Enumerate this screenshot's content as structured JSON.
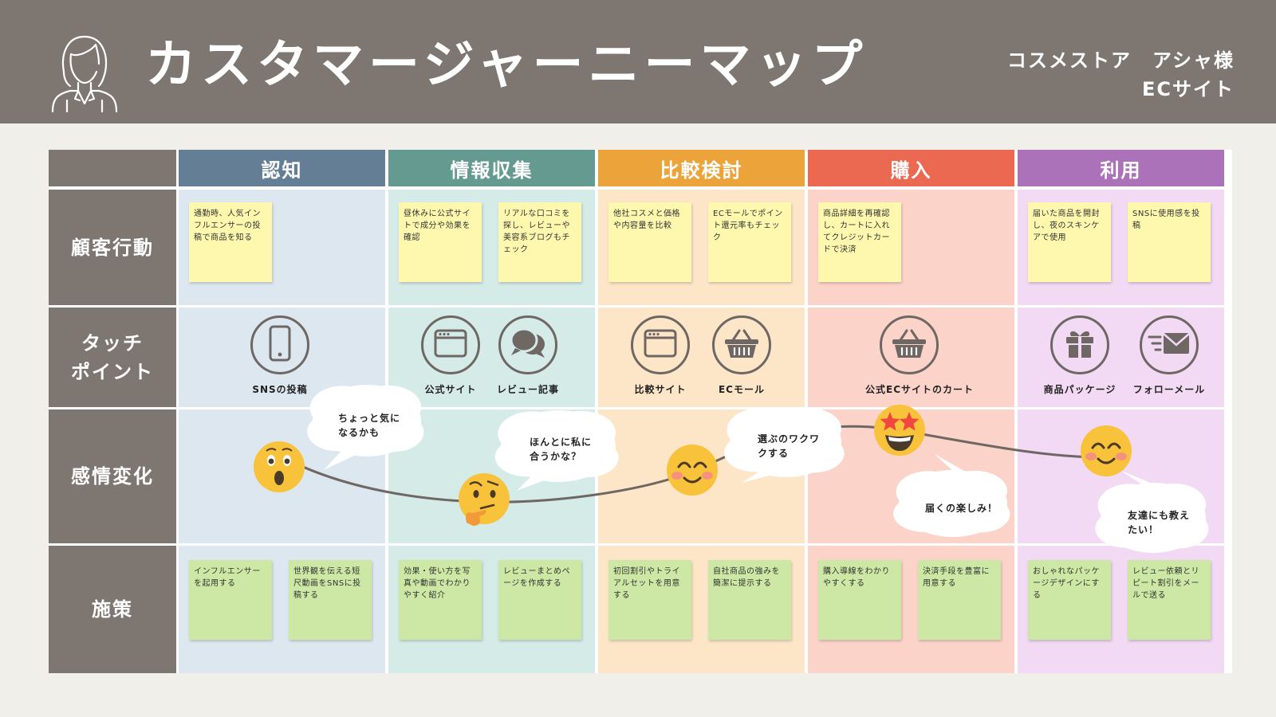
{
  "header": {
    "title": "カスタマージャーニーマップ",
    "client_line1": "コスメストア　アシャ様",
    "client_line2": "ECサイト",
    "background": "#7d7671"
  },
  "phases": [
    {
      "label": "認知",
      "head_color": "#647f95",
      "bg_color": "#dde7f0"
    },
    {
      "label": "情報収集",
      "head_color": "#659a91",
      "bg_color": "#d5ebe8"
    },
    {
      "label": "比較検討",
      "head_color": "#eca43a",
      "bg_color": "#fde6c8"
    },
    {
      "label": "購入",
      "head_color": "#eb6851",
      "bg_color": "#fbd3c9"
    },
    {
      "label": "利用",
      "head_color": "#ac72b9",
      "bg_color": "#f2d9f4"
    }
  ],
  "rows": {
    "customer_action": "顧客行動",
    "touchpoint": "タッチ\nポイント",
    "emotion": "感情変化",
    "measures": "施策"
  },
  "actions": [
    [
      "通勤時、人気インフルエンサーの投稿で商品を知る"
    ],
    [
      "昼休みに公式サイトで成分や効果を確認",
      "リアルな口コミを探し、レビューや美容系ブログもチェック"
    ],
    [
      "他社コスメと価格や内容量を比較",
      "ECモールでポイント還元率もチェック"
    ],
    [
      "商品詳細を再確認し、カートに入れてクレジットカードで決済"
    ],
    [
      "届いた商品を開封し、夜のスキンケアで使用",
      "SNSに使用感を投稿"
    ]
  ],
  "touchpoints": [
    [
      {
        "label": "SNSの投稿",
        "icon": "smartphone-icon"
      }
    ],
    [
      {
        "label": "公式サイト",
        "icon": "browser-window-icon"
      },
      {
        "label": "レビュー記事",
        "icon": "chat-bubbles-icon"
      }
    ],
    [
      {
        "label": "比較サイト",
        "icon": "browser-window-icon"
      },
      {
        "label": "ECモール",
        "icon": "shopping-basket-icon"
      }
    ],
    [
      {
        "label": "公式ECサイトのカート",
        "icon": "shopping-basket-icon"
      }
    ],
    [
      {
        "label": "商品パッケージ",
        "icon": "gift-box-icon"
      },
      {
        "label": "フォローメール",
        "icon": "mail-icon"
      }
    ]
  ],
  "emotions": [
    {
      "face": "surprised-face-icon",
      "comment": "ちょっと気に\nなるかも"
    },
    {
      "face": "thinking-face-icon",
      "comment": "ほんとに私に\n合うかな？"
    },
    {
      "face": "smiling-face-icon",
      "comment": "選ぶのワクワ\nクする"
    },
    {
      "face": "star-struck-face-icon",
      "comment": "届くの楽しみ！"
    },
    {
      "face": "smiling-face-icon",
      "comment": "友達にも教え\nたい！"
    }
  ],
  "measures": [
    [
      "インフルエンサーを起用する",
      "世界観を伝える短尺動画をSNSに投稿する"
    ],
    [
      "効果・使い方を写真や動画でわかりやすく紹介",
      "レビューまとめページを作成する"
    ],
    [
      "初回割引やトライアルセットを用意する",
      "自社商品の強みを簡潔に提示する"
    ],
    [
      "購入導線をわかりやすくする",
      "決済手段を豊富に用意する"
    ],
    [
      "おしゃれなパッケージデザインにする",
      "レビュー依頼とリピート割引をメールで送る"
    ]
  ],
  "colors": {
    "row_label_bg": "#7d7671",
    "sticky_yellow": "#fdf8ae",
    "sticky_green": "#cde8a4",
    "emoji_yellow": "#f8c23a",
    "curve": "#6e6763"
  }
}
